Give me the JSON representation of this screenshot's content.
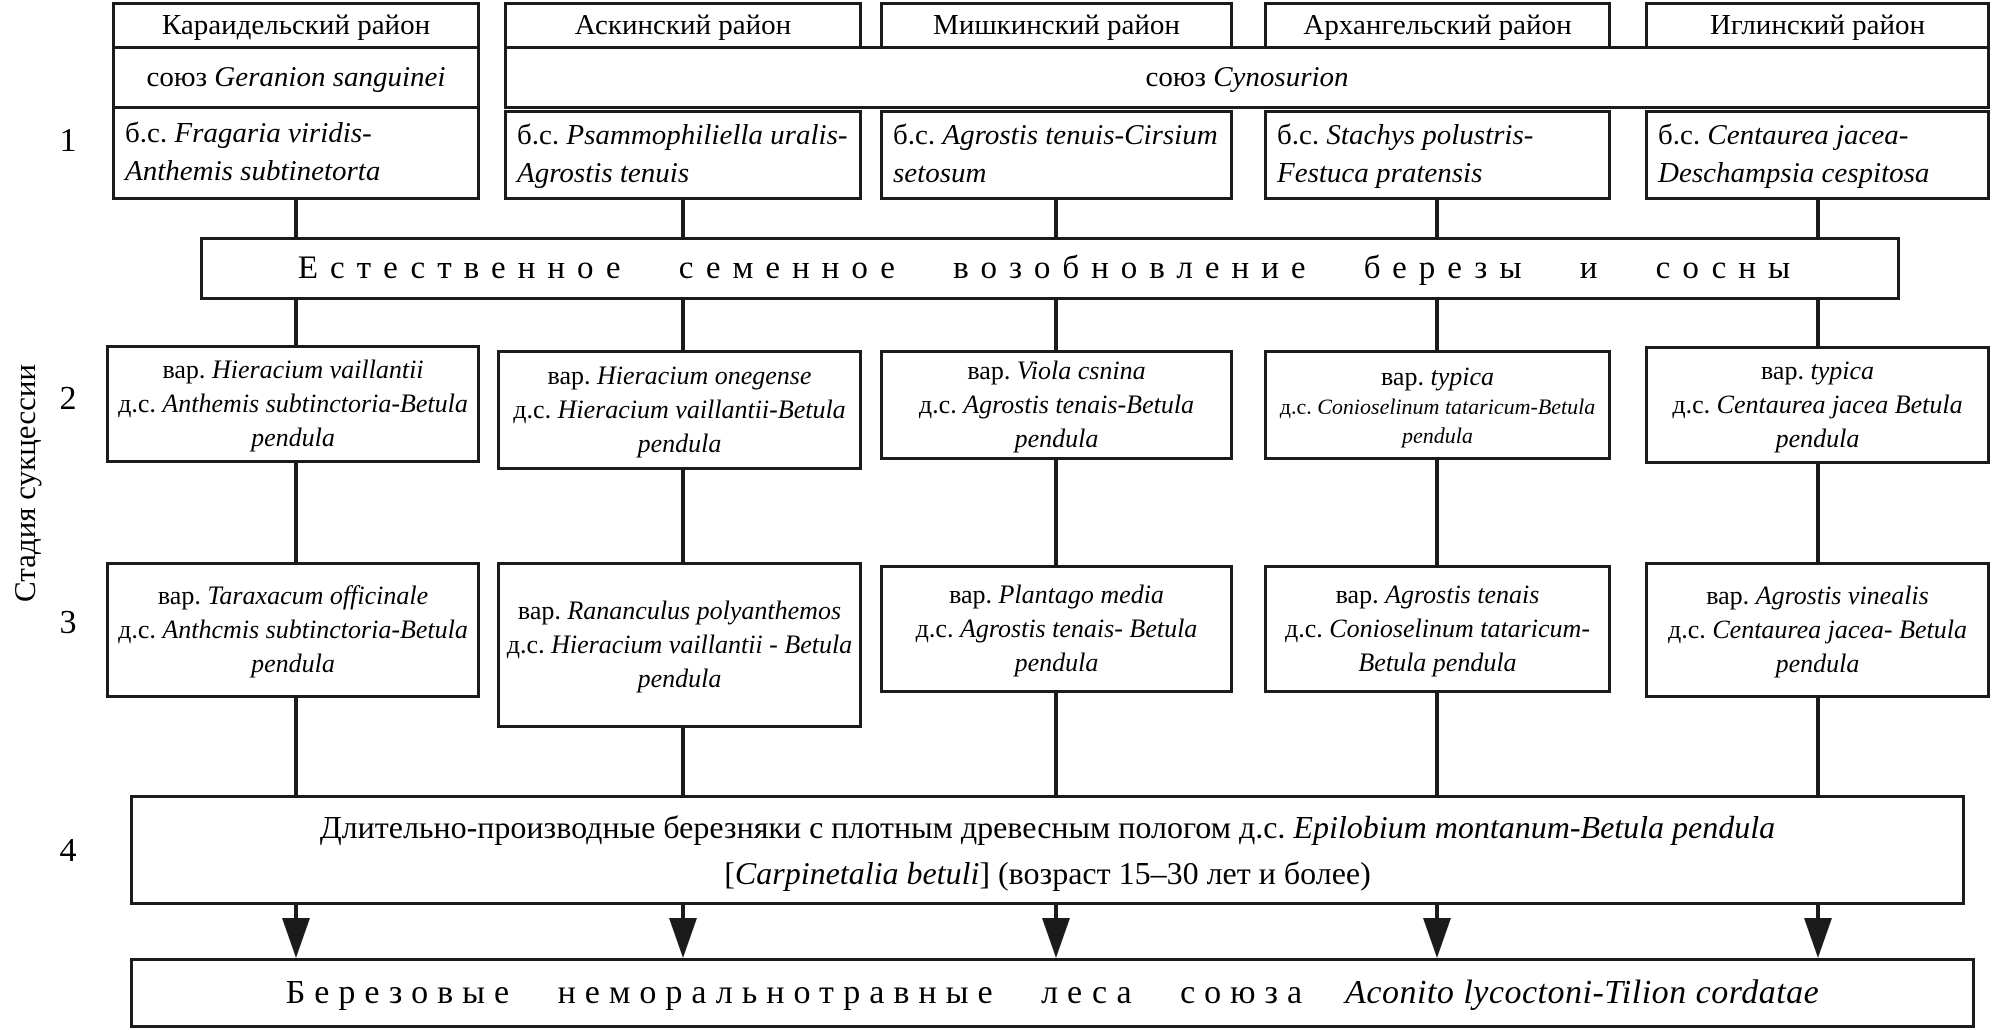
{
  "colors": {
    "ink": "#1b1b1b",
    "background": "#ffffff"
  },
  "figure": {
    "axis_label": "Стадия сукцессии",
    "stage_numbers": [
      "1",
      "2",
      "3",
      "4"
    ]
  },
  "shared_union": {
    "prefix": "союз",
    "name": "Cynosurion"
  },
  "banner": {
    "text": "Естественное семенное возобновление березы и сосны"
  },
  "columns": [
    {
      "district": "Караидельский район",
      "union": {
        "prefix": "союз",
        "name": "Geranion sanguinei"
      },
      "stage1": {
        "prefix": "б.с.",
        "name": "Fragaria viridis-Anthemis subtinetorta"
      },
      "stage2": {
        "var_prefix": "вар.",
        "var_name": "Hieracium vaillantii",
        "ds_prefix": "д.с.",
        "ds_name": "Anthemis subtinctoria-Betula pendula"
      },
      "stage3": {
        "var_prefix": "вар.",
        "var_name": "Taraxacum officinale",
        "ds_prefix": "д.с.",
        "ds_name": "Anthcmis subtinctoria-Betula pendula"
      }
    },
    {
      "district": "Аскинский район",
      "stage1": {
        "prefix": "б.с.",
        "name": "Psammophiliella uralis-Agrostis tenuis"
      },
      "stage2": {
        "var_prefix": "вар.",
        "var_name": "Hieracium onegense",
        "ds_prefix": "д.с.",
        "ds_name": "Hieracium vaillantii-Betula pendula"
      },
      "stage3": {
        "var_prefix": "вар.",
        "var_name": "Rananculus polyanthemos",
        "ds_prefix": "д.с.",
        "ds_name": "Hieracium vaillantii - Betula pendula"
      }
    },
    {
      "district": "Мишкинский район",
      "stage1": {
        "prefix": "б.с.",
        "name": "Agrostis tenuis-Cirsium setosum"
      },
      "stage2": {
        "var_prefix": "вар.",
        "var_name": "Viola csnina",
        "ds_prefix": "д.с.",
        "ds_name": "Agrostis tenais-Betula pendula"
      },
      "stage3": {
        "var_prefix": "вар.",
        "var_name": "Plantago media",
        "ds_prefix": "д.с.",
        "ds_name": "Agrostis tenais- Betula pendula"
      }
    },
    {
      "district": "Архангельский район",
      "stage1": {
        "prefix": "б.с.",
        "name": "Stachys polustris-Festuca pratensis"
      },
      "stage2": {
        "var_prefix": "вар.",
        "var_name": "typica",
        "ds_prefix": "д.с.",
        "ds_name": "Conioselinum tataricum-Betula pendula"
      },
      "stage3": {
        "var_prefix": "вар.",
        "var_name": "Agrostis tenais",
        "ds_prefix": "д.с.",
        "ds_name": "Conioselinum tataricum-Betula pendula"
      }
    },
    {
      "district": "Иглинский район",
      "stage1": {
        "prefix": "б.с.",
        "name": "Centaurea jacea-Deschampsia cespitosa"
      },
      "stage2": {
        "var_prefix": "вар.",
        "var_name": "typica",
        "ds_prefix": "д.с.",
        "ds_name": "Centaurea jacea Betula pendula"
      },
      "stage3": {
        "var_prefix": "вар.",
        "var_name": "Agrostis vinealis",
        "ds_prefix": "д.с.",
        "ds_name": "Centaurea jacea- Betula pendula"
      }
    }
  ],
  "stage4_box": {
    "prefix": "Длительно-производные березняки с плотным древесным пологом д.с.",
    "name": "Epilobium montanum-Betula pendula",
    "line2_open": "[",
    "line2_name": "Carpinetalia betuli",
    "line2_close": "] (возраст 15–30 лет и более)"
  },
  "final_box": {
    "text": "Березовые неморальнотравные леса союза",
    "name": "Aconito lycoctoni-Tilion cordatae"
  }
}
